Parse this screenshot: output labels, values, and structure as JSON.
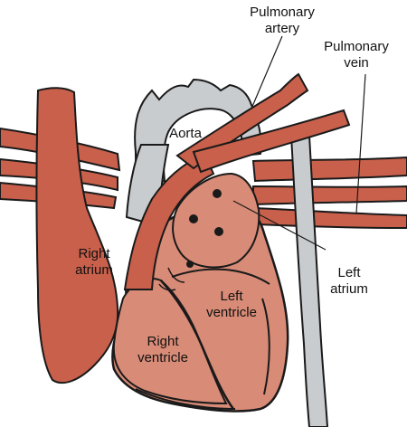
{
  "labels": {
    "pulmonary_artery": [
      "Pulmonary",
      "artery"
    ],
    "pulmonary_vein": [
      "Pulmonary",
      "vein"
    ],
    "aorta": "Aorta",
    "right_atrium": [
      "Right",
      "atrium"
    ],
    "left_atrium": [
      "Left",
      "atrium"
    ],
    "left_ventricle": [
      "Left",
      "ventricle"
    ],
    "right_ventricle": [
      "Right",
      "ventricle"
    ]
  },
  "colors": {
    "vessel_red": "#c8604b",
    "vessel_red_light": "#d2715a",
    "chamber_pink": "#d88b77",
    "vein_gray": "#c9ccce",
    "outline": "#1a1a1a"
  }
}
